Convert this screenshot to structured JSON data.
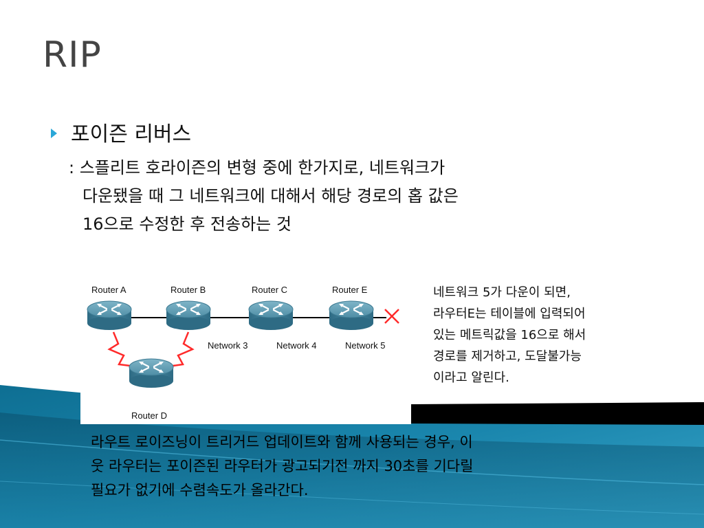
{
  "slide": {
    "title": "RIP",
    "bullet": "포이즌 리버스",
    "description_lines": [
      ": 스플리트 호라이즌의 변형 중에 한가지로, 네트워크가",
      "다운됐을 때 그 네트워크에 대해서 해당 경로의 홉 값은",
      "16으로 수정한 후 전송하는 것"
    ],
    "side_note_lines": [
      "네트워크 5가 다운이 되면,",
      "라우터E는 테이블에 입력되어",
      "있는 메트릭값을 16으로 해서",
      "경로를 제거하고, 도달불가능",
      "이라고 알린다."
    ],
    "bottom_note_lines": [
      "라우트 로이즈닝이 트리거드 업데이트와 함께 사용되는 경우, 이",
      "웃 라우터는 포이즌된 라우터가 광고되기전 까지 30초를 기다릴",
      "필요가 없기에 수렴속도가 올라간다."
    ]
  },
  "diagram": {
    "routers": [
      "Router A",
      "Router B",
      "Router C",
      "Router E",
      "Router D"
    ],
    "networks": [
      "Network 3",
      "Network 4",
      "Network 5"
    ],
    "icons": [
      "router-icon",
      "serial-link-icon",
      "link-down-x-icon"
    ]
  },
  "colors": {
    "accent": "#2aa7d8",
    "band_dark": "#0c5a7a",
    "band_light": "#2b9ac0",
    "black_bar": "#000000",
    "title": "#444444",
    "router_body": "#4a8aa3",
    "serial_link": "#ff2a2a"
  }
}
